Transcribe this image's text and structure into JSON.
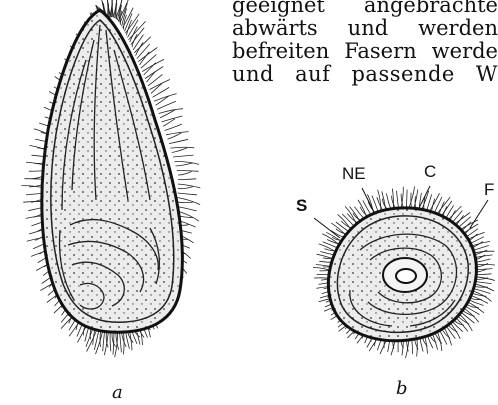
{
  "text_lines": [
    "geeignet angebrachte",
    "abwärts und werden",
    "befreiten Fasern werde",
    "und auf passende W"
  ],
  "figure_a": {
    "caption": "a"
  },
  "figure_b": {
    "caption": "b",
    "labels": {
      "S": "S",
      "NE": "NE",
      "C": "C",
      "F": "F"
    }
  }
}
